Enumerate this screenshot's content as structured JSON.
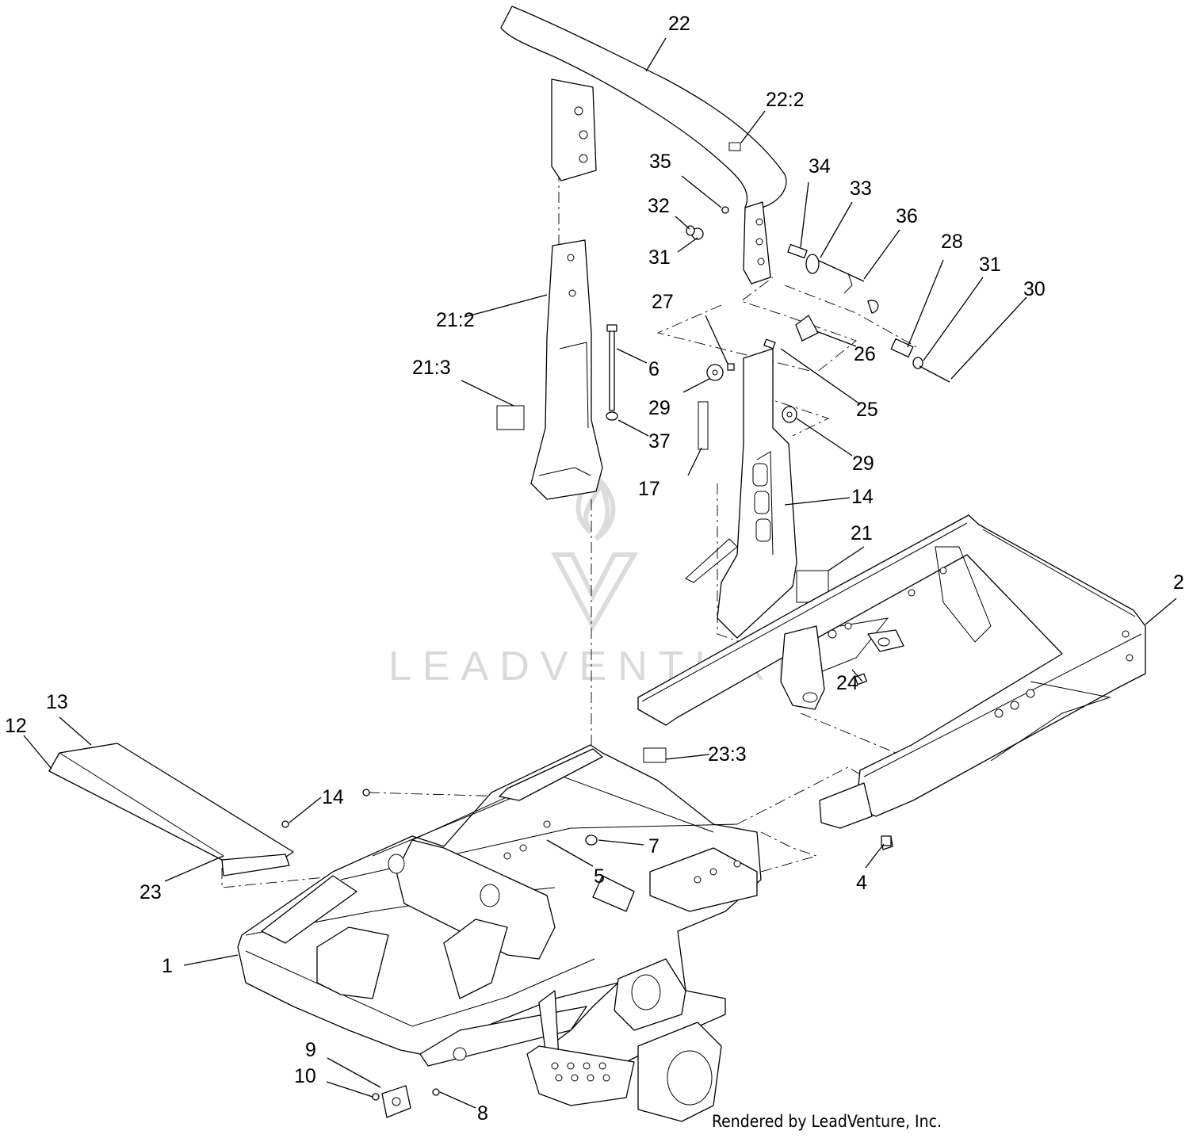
{
  "callouts": [
    {
      "id": "c1",
      "text": "1"
    },
    {
      "id": "c2",
      "text": "2"
    },
    {
      "id": "c4",
      "text": "4"
    },
    {
      "id": "c5",
      "text": "5"
    },
    {
      "id": "c6",
      "text": "6"
    },
    {
      "id": "c7",
      "text": "7"
    },
    {
      "id": "c8",
      "text": "8"
    },
    {
      "id": "c9",
      "text": "9"
    },
    {
      "id": "c10",
      "text": "10"
    },
    {
      "id": "c12",
      "text": "12"
    },
    {
      "id": "c13",
      "text": "13"
    },
    {
      "id": "c14a",
      "text": "14"
    },
    {
      "id": "c14b",
      "text": "14"
    },
    {
      "id": "c17",
      "text": "17"
    },
    {
      "id": "c21",
      "text": "21"
    },
    {
      "id": "c21_2",
      "text": "21:2"
    },
    {
      "id": "c21_3",
      "text": "21:3"
    },
    {
      "id": "c22",
      "text": "22"
    },
    {
      "id": "c22_2",
      "text": "22:2"
    },
    {
      "id": "c23",
      "text": "23"
    },
    {
      "id": "c23_3",
      "text": "23:3"
    },
    {
      "id": "c24",
      "text": "24"
    },
    {
      "id": "c25",
      "text": "25"
    },
    {
      "id": "c26",
      "text": "26"
    },
    {
      "id": "c27",
      "text": "27"
    },
    {
      "id": "c28",
      "text": "28"
    },
    {
      "id": "c29a",
      "text": "29"
    },
    {
      "id": "c29b",
      "text": "29"
    },
    {
      "id": "c30",
      "text": "30"
    },
    {
      "id": "c31a",
      "text": "31"
    },
    {
      "id": "c31b",
      "text": "31"
    },
    {
      "id": "c32",
      "text": "32"
    },
    {
      "id": "c33",
      "text": "33"
    },
    {
      "id": "c34",
      "text": "34"
    },
    {
      "id": "c35",
      "text": "35"
    },
    {
      "id": "c36",
      "text": "36"
    },
    {
      "id": "c37",
      "text": "37"
    }
  ],
  "watermark": "LEADVENTURE",
  "credit": "Rendered by LeadVenture, Inc."
}
